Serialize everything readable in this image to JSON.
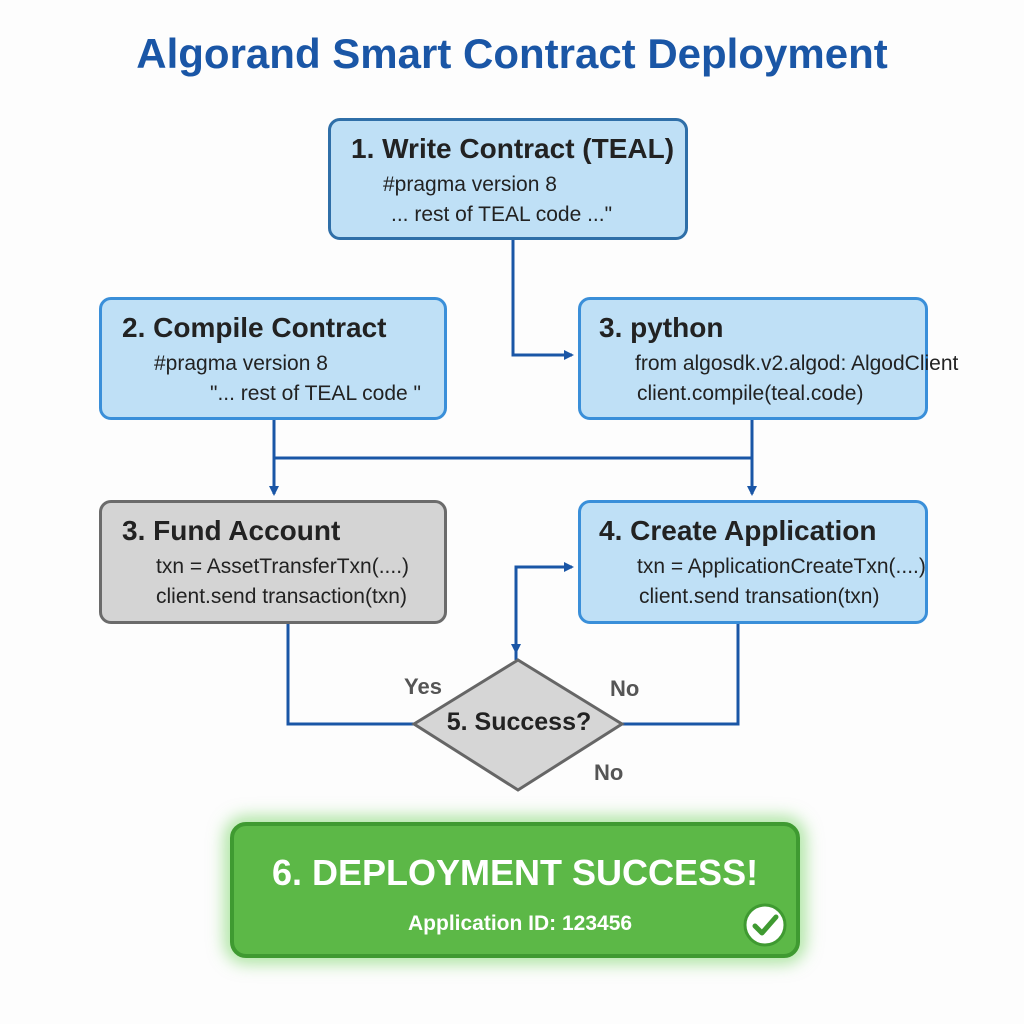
{
  "title": "Algorand Smart Contract Deployment",
  "nodes": {
    "write": {
      "title": "1. Write Contract (TEAL)",
      "code": [
        "#pragma version 8",
        "... rest of TEAL code ...\""
      ]
    },
    "compile": {
      "title": "2. Compile Contract",
      "code": [
        "#pragma version 8",
        "\"... rest of TEAL code  \""
      ]
    },
    "python": {
      "title": "3. python",
      "code": [
        "from algosdk.v2.algod: AlgodClient",
        "client.compile(teal.code)"
      ]
    },
    "fund": {
      "title": "3. Fund Account",
      "code": [
        "txn = AssetTransferTxn(....)",
        "client.send transaction(txn)"
      ]
    },
    "create": {
      "title": "4. Create Application",
      "code": [
        "txn = ApplicationCreateTxn(....)",
        "client.send transation(txn)"
      ]
    },
    "decision": {
      "title": "5. Success?",
      "yes_label": "Yes",
      "no_label_top": "No",
      "no_label_bottom": "No"
    },
    "success": {
      "title": "6. DEPLOYMENT SUCCESS!",
      "subtitle": "Application ID: 123456",
      "icon": "check-circle-icon"
    }
  },
  "colors": {
    "title": "#1a56a6",
    "box_fill": "#bfe0f6",
    "box_border": "#3a8fd9",
    "fund_fill": "#d4d4d4",
    "arrow": "#1a56a6",
    "success_fill": "#5cb847"
  }
}
